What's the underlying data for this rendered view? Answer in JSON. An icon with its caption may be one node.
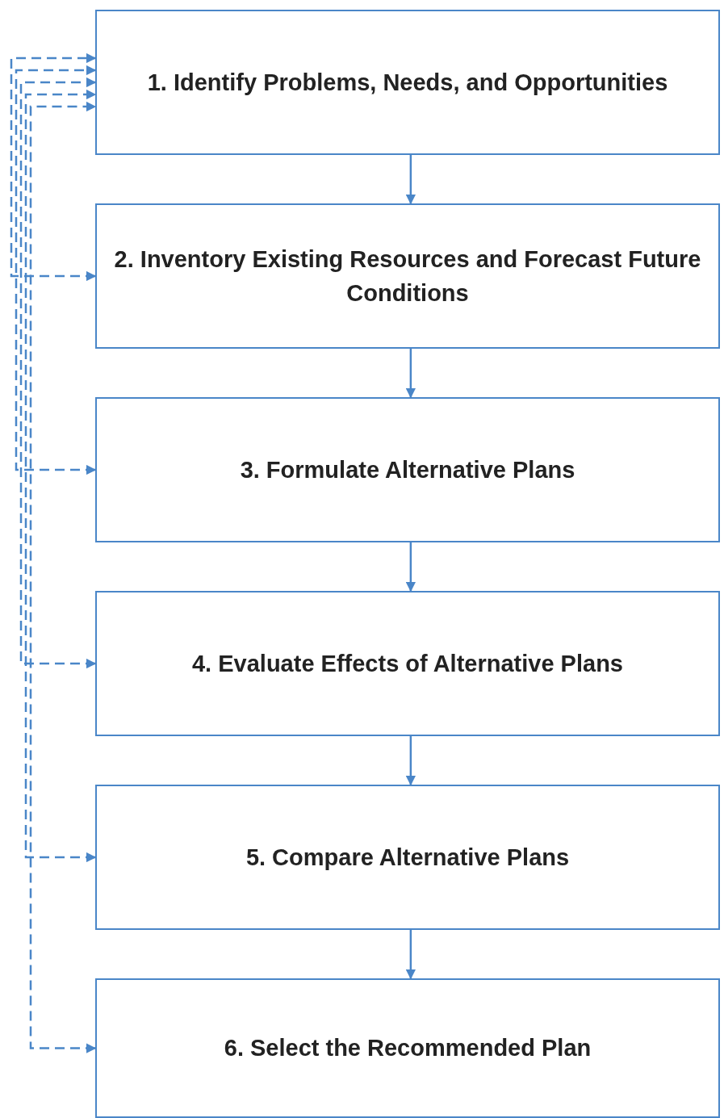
{
  "diagram": {
    "nodes": [
      {
        "text": [
          "1. Identify Problems, Needs, and Opportunities"
        ]
      },
      {
        "text": [
          "2. Inventory Existing Resources and Forecast Future Conditions"
        ]
      },
      {
        "text": [
          "3. Formulate Alternative Plans"
        ]
      },
      {
        "text": [
          "4. Evaluate Effects of Alternative Plans"
        ]
      },
      {
        "text": [
          "5. Compare Alternative Plans"
        ]
      },
      {
        "text": [
          "6. Select the Recommended Plan"
        ]
      }
    ],
    "edges": [
      {
        "from": 0,
        "to": 1,
        "arrow": "to"
      },
      {
        "from": 1,
        "to": 2,
        "arrow": "to"
      },
      {
        "from": 2,
        "to": 3,
        "arrow": "to"
      },
      {
        "from": 3,
        "to": 4,
        "arrow": "to"
      },
      {
        "from": 4,
        "to": 5,
        "arrow": "to"
      },
      {
        "from": 1,
        "to": 0,
        "arrow": "both",
        "style": "dashed"
      },
      {
        "from": 2,
        "to": 0,
        "arrow": "both",
        "style": "dashed"
      },
      {
        "from": 3,
        "to": 0,
        "arrow": "both",
        "style": "dashed"
      },
      {
        "from": 4,
        "to": 0,
        "arrow": "both",
        "style": "dashed"
      },
      {
        "from": 5,
        "to": 0,
        "arrow": "both",
        "style": "dashed"
      }
    ]
  }
}
